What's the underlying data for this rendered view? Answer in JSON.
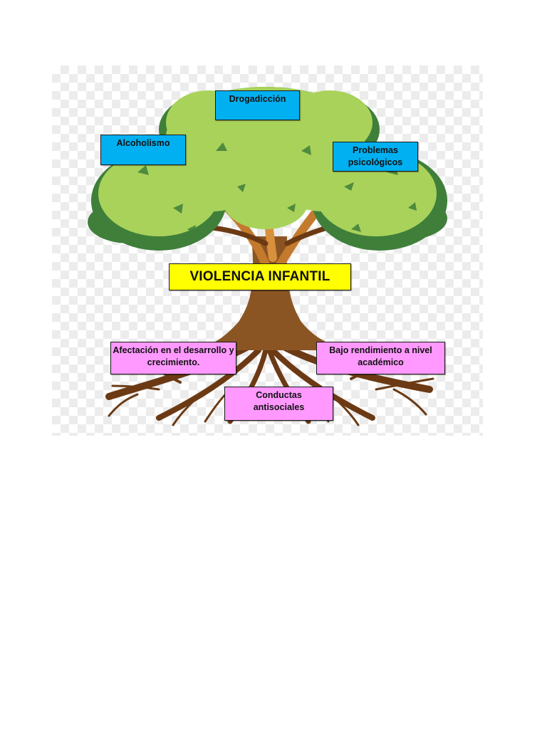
{
  "diagram": {
    "title": "VIOLENCIA INFANTIL",
    "colors": {
      "causes_box": "#00b0f0",
      "consequences_box": "#ff99ff",
      "title_box": "#ffff00",
      "leaf_light": "#a9d25a",
      "leaf_dark": "#3f7f3a",
      "trunk": "#8a5523",
      "branch": "#d9903c",
      "root": "#6b3a14"
    },
    "causes": [
      {
        "label": "Alcoholismo"
      },
      {
        "label": "Drogadicción"
      },
      {
        "label": "Problemas psicológicos"
      }
    ],
    "consequences": [
      {
        "label": "Afectación en el desarrollo y crecimiento."
      },
      {
        "label": "Bajo rendimiento a nivel académico"
      },
      {
        "label": "Conductas antisociales"
      }
    ]
  }
}
